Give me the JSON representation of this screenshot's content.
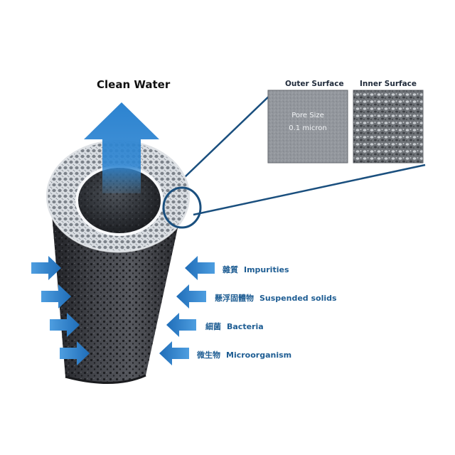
{
  "title": "Clean Water",
  "insets": {
    "outer": {
      "label": "Outer Surface",
      "pore_size_label": "Pore Size",
      "pore_size_value": "0.1 micron"
    },
    "inner": {
      "label": "Inner Surface"
    }
  },
  "contaminants": [
    {
      "zh": "雜質",
      "en": "Impurities"
    },
    {
      "zh": "懸浮固體物",
      "en": "Suspended solids"
    },
    {
      "zh": "細菌",
      "en": "Bacteria"
    },
    {
      "zh": "微生物",
      "en": "Microorganism"
    }
  ],
  "colors": {
    "arrow_blue": "#2a7fc8",
    "text_blue": "#1e5d93",
    "callout_line": "#1a4f7e",
    "membrane_dark": "#2b2c30"
  }
}
